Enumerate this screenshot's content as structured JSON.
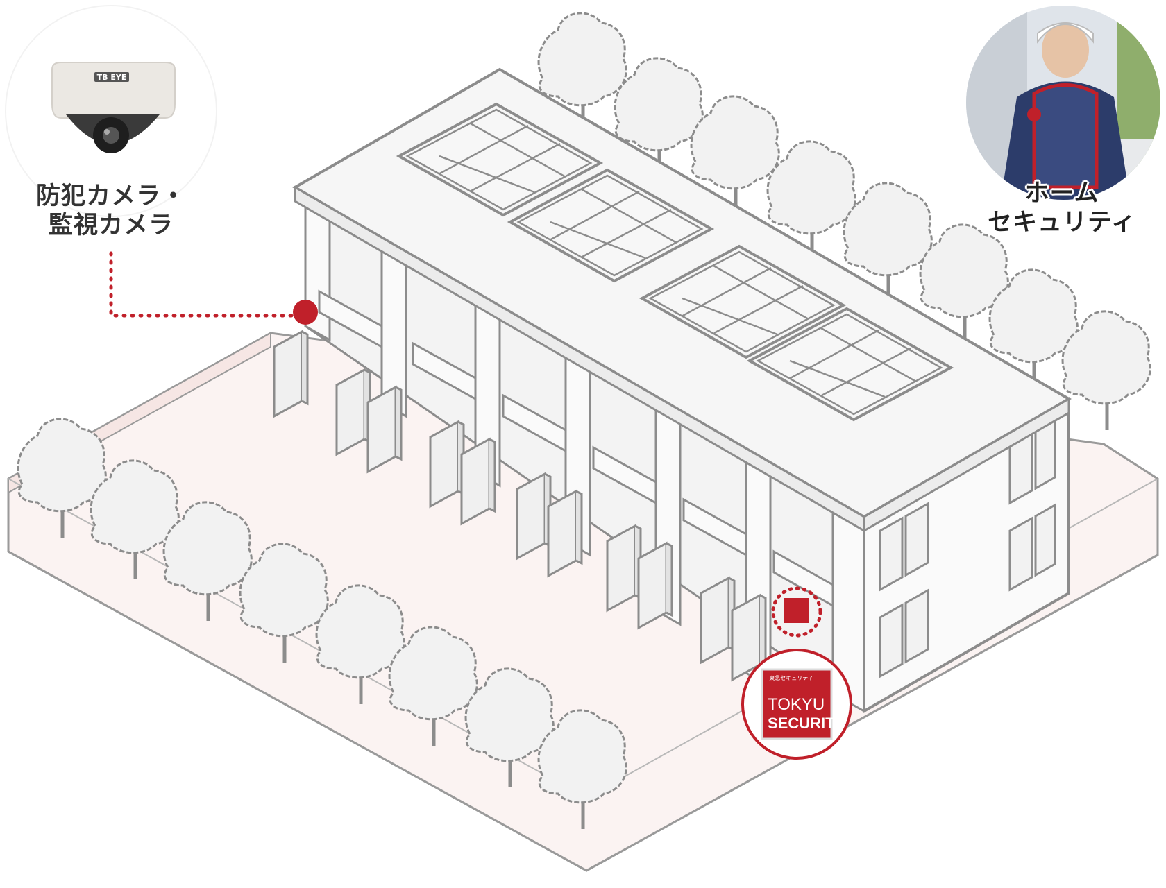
{
  "camera_callout": {
    "line1": "防犯カメラ・",
    "line2": "監視カメラ",
    "camera_brand": "TB EYE"
  },
  "home_security_callout": {
    "line1": "ホーム",
    "line2": "セキュリティ"
  },
  "security_sticker": {
    "small_text": "東急セキュリティ",
    "brand_line1": "TOKYU",
    "brand_line2": "SECURITY"
  },
  "colors": {
    "accent_red": "#c0202a",
    "outline_gray": "#8c8c8c",
    "ground_pink": "#fbf3f2",
    "building_fill": "#f5f5f5"
  },
  "icons": {
    "camera": "dome-camera-icon",
    "guard": "security-guard-photo",
    "sticker": "security-sticker-icon"
  }
}
